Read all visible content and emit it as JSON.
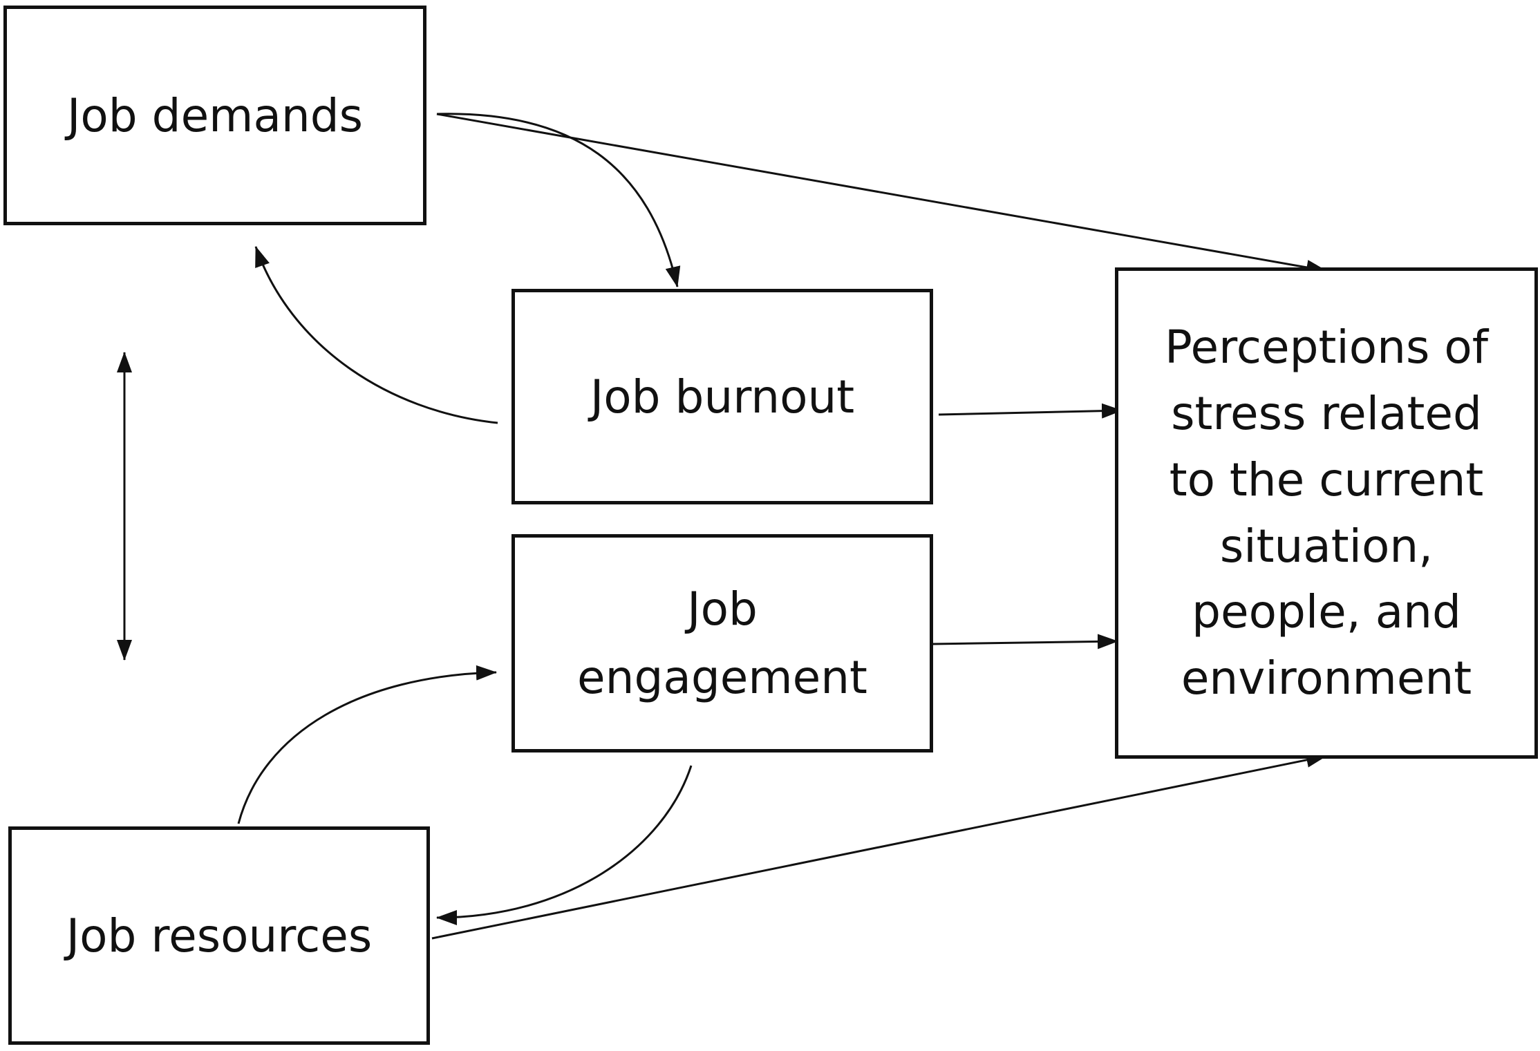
{
  "nodes": {
    "job_demands": "Job demands",
    "job_burnout": "Job burnout",
    "job_engagement": [
      "Job",
      "engagement"
    ],
    "job_resources": "Job resources",
    "stress_perceptions": [
      "Perceptions of",
      "stress related",
      "to the current",
      "situation,",
      "people, and",
      "environment"
    ]
  },
  "edges": [
    {
      "from": "job_demands",
      "to": "stress_perceptions",
      "style": "straight"
    },
    {
      "from": "job_demands",
      "to": "job_burnout",
      "style": "curved"
    },
    {
      "from": "job_burnout",
      "to": "job_demands",
      "style": "curved"
    },
    {
      "from": "job_burnout",
      "to": "stress_perceptions",
      "style": "straight"
    },
    {
      "from": "job_engagement",
      "to": "stress_perceptions",
      "style": "straight"
    },
    {
      "from": "job_resources",
      "to": "job_engagement",
      "style": "curved"
    },
    {
      "from": "job_engagement",
      "to": "job_resources",
      "style": "curved"
    },
    {
      "from": "job_resources",
      "to": "stress_perceptions",
      "style": "straight"
    },
    {
      "from": "job_demands",
      "to": "job_resources",
      "style": "bidirectional"
    }
  ],
  "colors": {
    "stroke": "#111111",
    "background": "#ffffff"
  }
}
